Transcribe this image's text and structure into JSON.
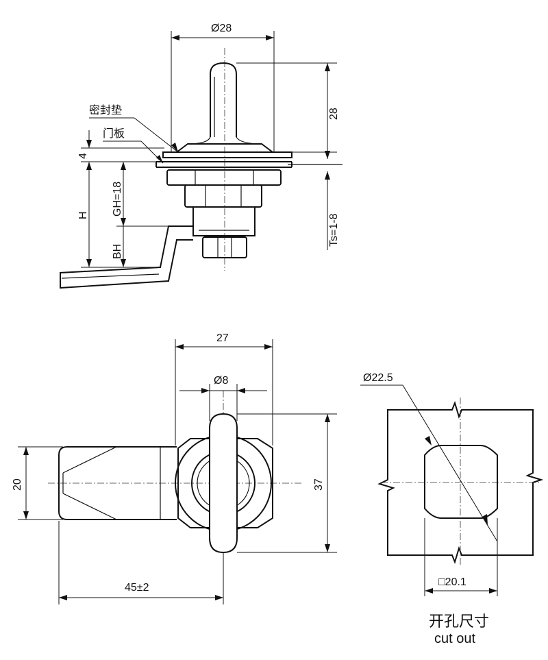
{
  "side_view": {
    "dim_diameter_top": "Ø28",
    "dim_height_handle": "28",
    "dim_gasket_thickness": "4",
    "dim_h": "H",
    "dim_gh": "GH=18",
    "dim_bh": "BH",
    "dim_ts": "Ts=1-8",
    "label_gasket": "密封垫",
    "label_door_panel": "门板"
  },
  "front_view": {
    "dim_width_body": "27",
    "dim_handle_diameter": "Ø8",
    "dim_height_handle": "37",
    "dim_cam_width": "20",
    "dim_cam_length": "45±2"
  },
  "cutout_view": {
    "dim_diameter": "Ø22.5",
    "dim_square": "□20.1",
    "caption_cn": "开孔尺寸",
    "caption_en": "cut out"
  }
}
